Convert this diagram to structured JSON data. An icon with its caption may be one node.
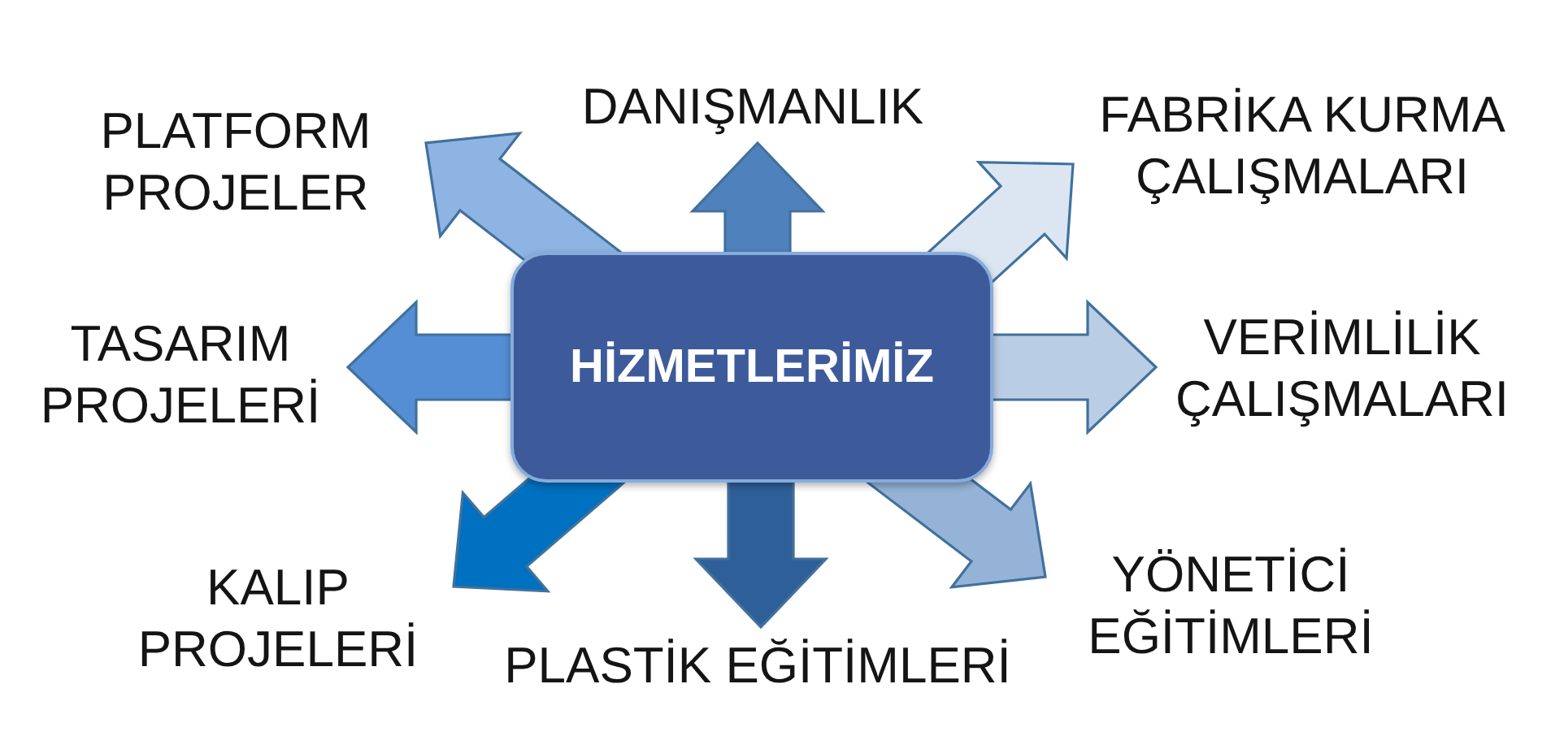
{
  "diagram": {
    "nodes": [
      {
        "text": [
          "PLATFORM PROJELER"
        ]
      },
      {
        "text": [
          "DANIŞMANLIK"
        ]
      },
      {
        "text": [
          "FABRİKA KURMA ÇALIŞMALARI"
        ]
      },
      {
        "text": [
          "TASARIM PROJELERİ"
        ]
      },
      {
        "text": [
          "HİZMETLERİMİZ"
        ]
      },
      {
        "text": [
          "VERİMLİLİK ÇALIŞMALARI"
        ]
      },
      {
        "text": [
          "KALIP PROJELERİ"
        ]
      },
      {
        "text": [
          "PLASTİK EĞİTİMLERİ"
        ]
      },
      {
        "text": [
          "YÖNETİCİ EĞİTİMLERİ"
        ]
      }
    ],
    "edges": [
      {
        "from": 4,
        "to": 0,
        "arrow": "to",
        "color": "#8eb4e3"
      },
      {
        "from": 4,
        "to": 1,
        "arrow": "to",
        "color": "#4f81bd"
      },
      {
        "from": 4,
        "to": 2,
        "arrow": "to",
        "color": "#dce6f2"
      },
      {
        "from": 4,
        "to": 3,
        "arrow": "to",
        "color": "#558ed5"
      },
      {
        "from": 4,
        "to": 5,
        "arrow": "to",
        "color": "#b9cde5"
      },
      {
        "from": 4,
        "to": 6,
        "arrow": "to",
        "color": "#0070c0"
      },
      {
        "from": 4,
        "to": 7,
        "arrow": "to",
        "color": "#2f5f98"
      },
      {
        "from": 4,
        "to": 8,
        "arrow": "to",
        "color": "#95b3d7"
      }
    ]
  }
}
